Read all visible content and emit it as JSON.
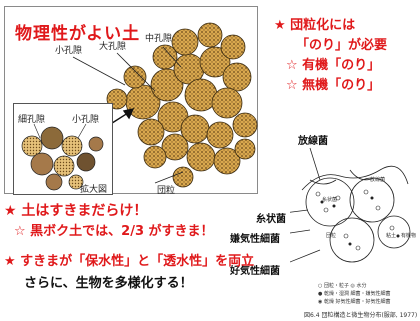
{
  "panel": {
    "title": "物理性がよい土",
    "labels": {
      "small_pore": "小孔隙",
      "large_pore": "大孔隙",
      "medium_pore": "中孔隙",
      "fine_pore": "細孔隙",
      "inset_small_pore": "小孔隙",
      "magnified": "拡大図",
      "aggregate": "団粒"
    }
  },
  "right": {
    "line1": "★ 団粒化には",
    "line2": "「のり」が必要",
    "line3": "☆ 有機「のり」",
    "line4": "☆ 無機「のり」"
  },
  "bottom": {
    "line1": "★ 土はすきまだらけ！",
    "line2": "☆ 黒ボク土では、2/3 がすきま！",
    "line3": "★ すきまが「保水性」と「透水性」を両立",
    "line4": "さらに、生物を多様化する！"
  },
  "micro": {
    "actinomycetes": "放線菌",
    "filamentous": "糸状菌",
    "anaerobic": "嫌気性細菌",
    "aerobic": "好気性細菌",
    "caption": "図6.4  団粒構造と微生物分布(服部, 1977)",
    "legend1": "○ 団粒・粒子    ◎ 水分",
    "legend2": "● 乾燥・湿潤 細菌・嫌気性細菌",
    "legend3": "◉ 乾燥 好気性細菌・好気性細菌",
    "tiny1": "糸状菌",
    "tiny2": "放線菌",
    "tiny3": "団粒",
    "tiny4": "粘土・有機物"
  },
  "colors": {
    "accent_red": "#e0191b",
    "aggregate_fill": "#d9a84e",
    "aggregate_dark": "#6b4a1a"
  }
}
